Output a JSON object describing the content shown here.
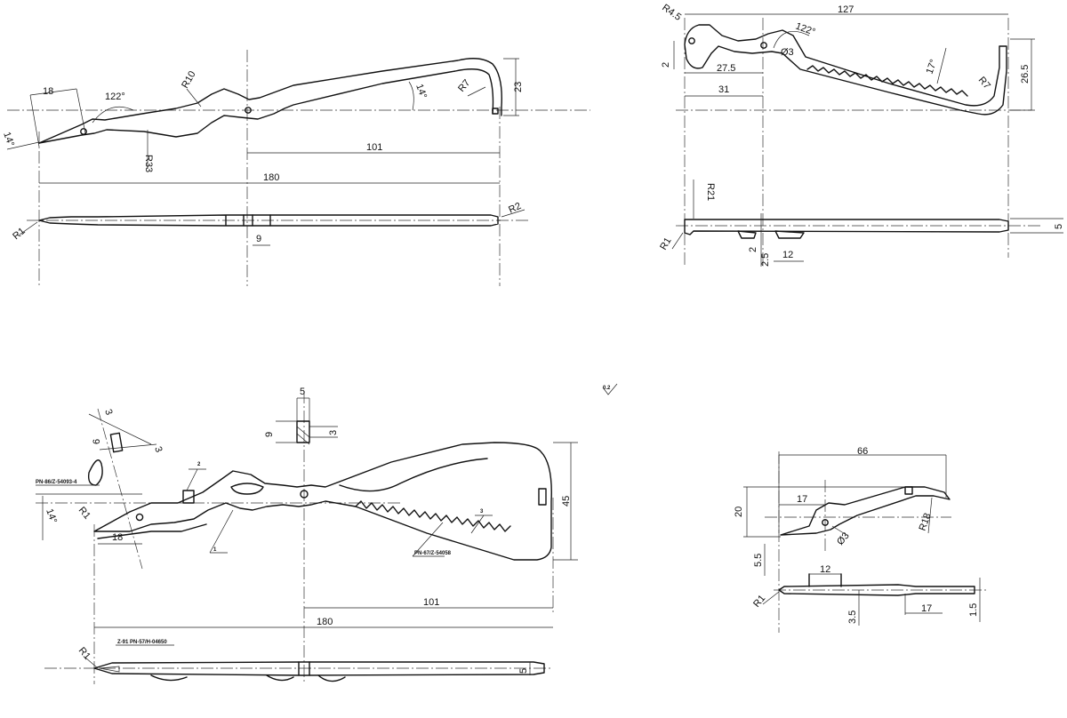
{
  "view_topleft": {
    "dims": {
      "d18": "18",
      "a122": "122°",
      "r10": "R10",
      "a14l": "14°",
      "a14r": "14°",
      "r7": "R7",
      "d23": "23",
      "r33": "R33",
      "d101": "101",
      "d180": "180",
      "r1": "R1",
      "r2": "R2",
      "d9": "9"
    }
  },
  "view_topright": {
    "dims": {
      "r45": "R4.5",
      "d127": "127",
      "a122": "122°",
      "d3": "Ø3",
      "d2": "2",
      "d275": "27.5",
      "d31": "31",
      "a17": "17°",
      "r7": "R7",
      "d265": "26.5",
      "r21": "R21",
      "r1": "R1",
      "d2b": "2",
      "d25": "2.5",
      "d12": "12",
      "d5": "5"
    }
  },
  "view_bottomleft": {
    "dims": {
      "d5": "5",
      "d9": "9",
      "d3a": "3",
      "d3b": "3",
      "d6": "6",
      "d3c": "3",
      "a14": "14°",
      "r1": "R1",
      "d18": "18",
      "d45": "45",
      "d101": "101",
      "d180": "180",
      "r1b": "R1",
      "d5b": "5"
    },
    "callouts": {
      "c1": "1",
      "c2": "2",
      "c3": "3",
      "pn1": "PN-86/Z-54093-4",
      "pn2": "PN-67/Z-54058",
      "pn3": "Z-91 PN-57/H-04650"
    }
  },
  "view_bottomright": {
    "dims": {
      "d66": "66",
      "d17a": "17",
      "d20": "20",
      "d3": "Ø3",
      "r18": "R18",
      "d55": "5.5",
      "d12": "12",
      "r1": "R1",
      "d35": "3.5",
      "d17b": "17",
      "d15": "1.5"
    }
  },
  "surface_mark": "0.2"
}
